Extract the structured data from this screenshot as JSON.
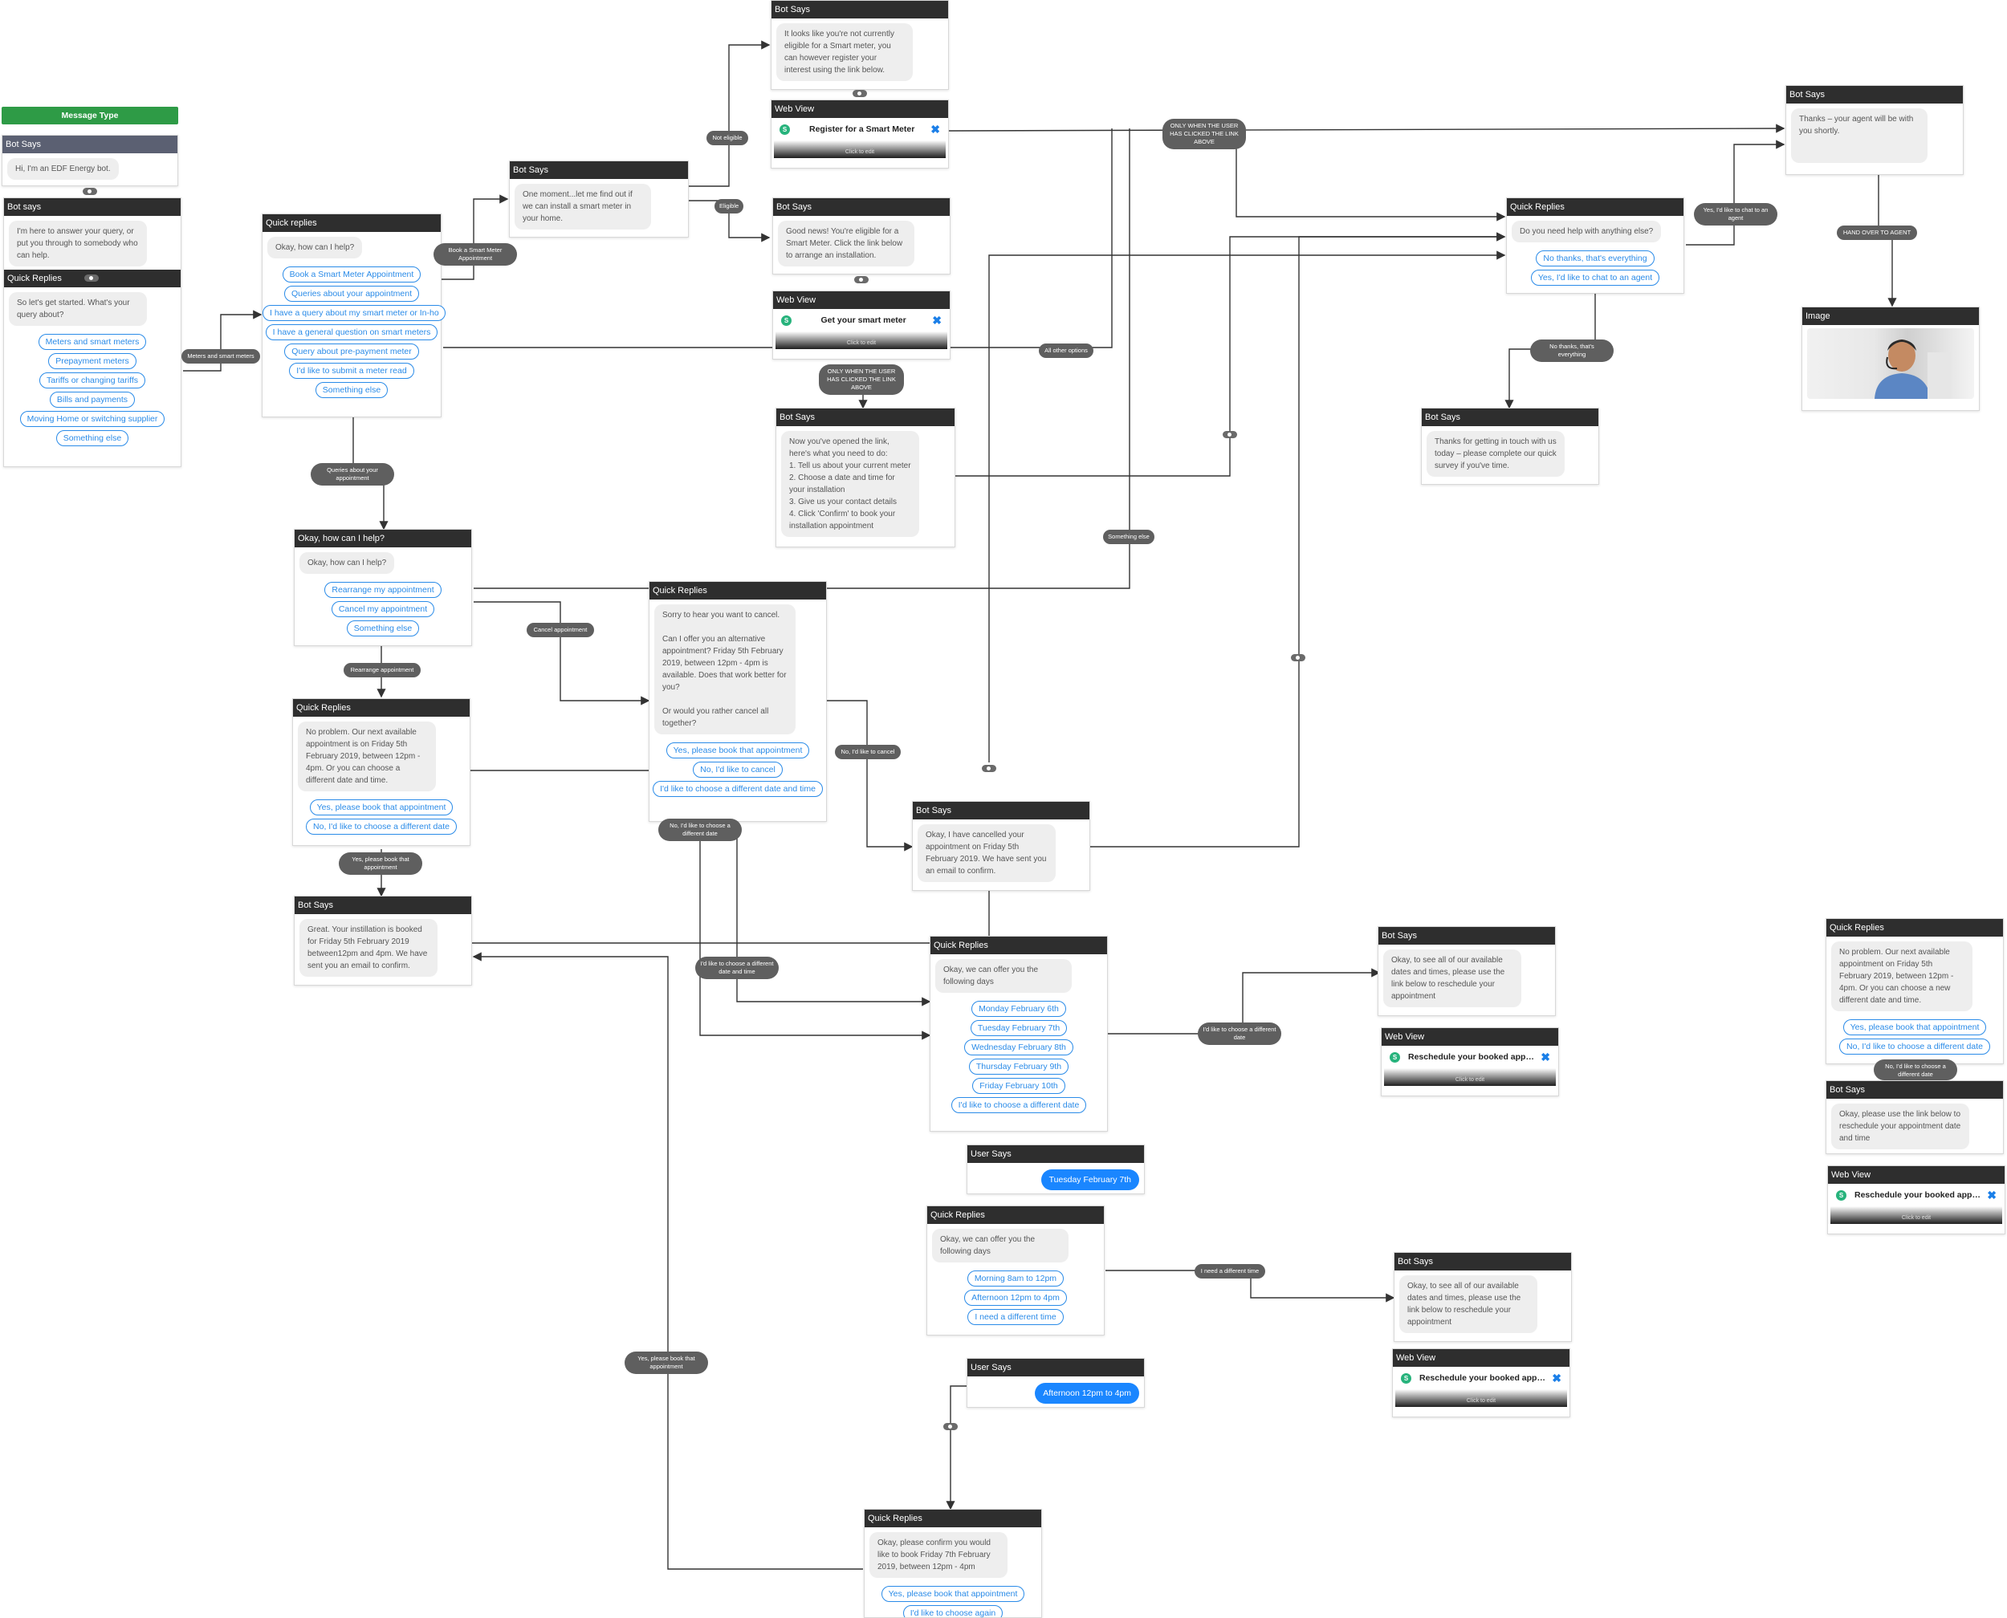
{
  "legend": "Message Type",
  "pills": {
    "meters": "Meters and smart meters",
    "book_smart": "Book a Smart Meter Appointment",
    "not_eligible": "Not eligible",
    "eligible": "Eligible",
    "only_when_1": "ONLY WHEN THE USER HAS CLICKED THE LINK ABOVE",
    "only_when_2": "ONLY WHEN THE USER HAS CLICKED THE LINK ABOVE",
    "all_other": "All other options",
    "chat_agent": "Yes, I'd like to chat to an agent",
    "no_thanks": "No thanks, that's everything",
    "hand_over": "HAND OVER TO AGENT",
    "queries_appt": "Queries about your appointment",
    "something_else": "Something else",
    "cancel_appt": "Cancel appointment",
    "rearrange_appt": "Rearrange appointment",
    "no_cancel": "No, I'd like to cancel",
    "yes_book_1": "Yes, please book that appointment",
    "no_choose": "No, I'd like to choose a different date",
    "diff_date_time": "I'd like to choose a different date and time",
    "diff_date_right": "I'd like to choose a different date",
    "need_diff_time": "I need a different time",
    "yes_book_2": "Yes, please book that appointment",
    "no_choose_2": "No, I'd like to choose a different date"
  },
  "cards": {
    "bot_hi": {
      "header": "Bot Says",
      "text": "Hi, I'm an EDF Energy bot."
    },
    "bot_answer": {
      "header": "Bot says",
      "text": "I'm here to answer your query, or put you through to somebody who can help."
    },
    "qr_start": {
      "header": "Quick Replies",
      "text": "So let's get started. What's your query about?",
      "options": [
        "Meters and smart meters",
        "Prepayment meters",
        "Tariffs or changing tariffs",
        "Bills and payments",
        "Moving Home or switching supplier",
        "Something else"
      ]
    },
    "qr_help": {
      "header": "Quick replies",
      "text": "Okay, how can I help?",
      "options": [
        "Book a Smart Meter Appointment",
        "Queries about your appointment",
        "I have a query about my smart meter or In-ho",
        "I have a general question on smart meters",
        "Query about pre-payment meter",
        "I'd like to submit a meter read",
        "Something else"
      ]
    },
    "bot_moment": {
      "header": "Bot Says",
      "text": "One moment...let me find out if we can install a smart meter in your home."
    },
    "bot_not_eligible": {
      "header": "Bot Says",
      "text": "It looks like you're not currently eligible for a Smart meter, you can however register your interest using the link below."
    },
    "web_register": {
      "header": "Web View",
      "title": "Register for a Smart Meter",
      "click": "Click to edit"
    },
    "bot_eligible": {
      "header": "Bot Says",
      "text": "Good news! You're eligible for a Smart Meter. Click the link below to arrange an installation."
    },
    "web_get": {
      "header": "Web View",
      "title": "Get your smart meter",
      "click": "Click to edit"
    },
    "bot_opened": {
      "header": "Bot Says",
      "text": "Now you've opened the link, here's what you need to do:\n1. Tell us about your current meter\n2. Choose a date and time for your installation\n3. Give us your contact details\n4. Click 'Confirm' to book your installation appointment"
    },
    "bot_agent": {
      "header": "Bot Says",
      "text": "Thanks – your agent will be with you shortly."
    },
    "qr_anything": {
      "header": "Quick Replies",
      "text": "Do you need help with anything else?",
      "options": [
        "No thanks, that's everything",
        "Yes, I'd like to chat to an agent"
      ]
    },
    "image": {
      "header": "Image"
    },
    "bot_thanks": {
      "header": "Bot Says",
      "text": "Thanks for getting in touch with us today – please complete our quick survey if you've time."
    },
    "qr_okay": {
      "header": "Okay, how can I help?",
      "text": "Okay, how can I help?",
      "options": [
        "Rearrange my appointment",
        "Cancel my appointment",
        "Something else"
      ]
    },
    "qr_cancel": {
      "header": "Quick Replies",
      "text": "Sorry to hear you want to cancel.\n\nCan I offer you an alternative appointment? Friday 5th February 2019, between 12pm - 4pm is available. Does that work better for you?\n\nOr would you rather cancel all together?",
      "options": [
        "Yes, please book that appointment",
        "No, I'd like to cancel",
        "I'd like to choose a different date and time"
      ]
    },
    "qr_nextavail": {
      "header": "Quick Replies",
      "text": "No problem. Our next available appointment is on Friday 5th February 2019, between 12pm - 4pm. Or you can choose a different date and time.",
      "options": [
        "Yes, please book that appointment",
        "No, I'd like to choose a different date"
      ]
    },
    "bot_cancelled": {
      "header": "Bot Says",
      "text": "Okay, I have cancelled your appointment on Friday 5th February 2019. We have sent you an email to confirm."
    },
    "bot_booked": {
      "header": "Bot Says",
      "text": "Great. Your instillation is booked for Friday 5th February 2019 between12pm and 4pm. We have sent you an email to confirm."
    },
    "qr_days": {
      "header": "Quick Replies",
      "text": "Okay, we can offer you the following days",
      "options": [
        "Monday February 6th",
        "Tuesday February 7th",
        "Wednesday February 8th",
        "Thursday February 9th",
        "Friday February 10th",
        "I'd like to choose a different date"
      ]
    },
    "bot_seeall_1": {
      "header": "Bot Says",
      "text": "Okay, to see all of our available dates and times, please use the link below to reschedule your appointment"
    },
    "web_resched_1": {
      "header": "Web View",
      "title": "Reschedule your booked appoin...",
      "click": "Click to edit"
    },
    "user_tue": {
      "header": "User Says",
      "text": "Tuesday February 7th"
    },
    "qr_times": {
      "header": "Quick Replies",
      "text": "Okay, we can offer you the following days",
      "options": [
        "Morning 8am to 12pm",
        "Afternoon 12pm to 4pm",
        "I need a different time"
      ]
    },
    "bot_seeall_2": {
      "header": "Bot Says",
      "text": "Okay, to see all of our available dates and times, please use the link below to reschedule your appointment"
    },
    "web_resched_2": {
      "header": "Web View",
      "title": "Reschedule your booked appoin...",
      "click": "Click to edit"
    },
    "user_afternoon": {
      "header": "User Says",
      "text": "Afternoon 12pm to 4pm"
    },
    "qr_confirm": {
      "header": "Quick Replies",
      "text": "Okay, please confirm you would like to book Friday 7th February 2019, between 12pm - 4pm",
      "options": [
        "Yes, please book that appointment",
        "I'd like to choose again"
      ]
    },
    "qr_right": {
      "header": "Quick Replies",
      "text": "No problem. Our next available appointment on Friday 5th February 2019, between 12pm - 4pm. Or you can choose a new different date and time.",
      "options": [
        "Yes, please book that appointment",
        "No, I'd like to choose a different date"
      ]
    },
    "bot_right": {
      "header": "Bot Says",
      "text": "Okay, please use the link below to reschedule your appointment date and time"
    },
    "web_resched_3": {
      "header": "Web View",
      "title": "Reschedule your booked appoin...",
      "click": "Click to edit"
    }
  },
  "colors": {
    "header": "#2e2e2e",
    "accent_blue": "#2a8be8",
    "legend_green": "#2e9b46",
    "pill_gray": "#5f5f5f",
    "user_bubble": "#1a86ff"
  }
}
